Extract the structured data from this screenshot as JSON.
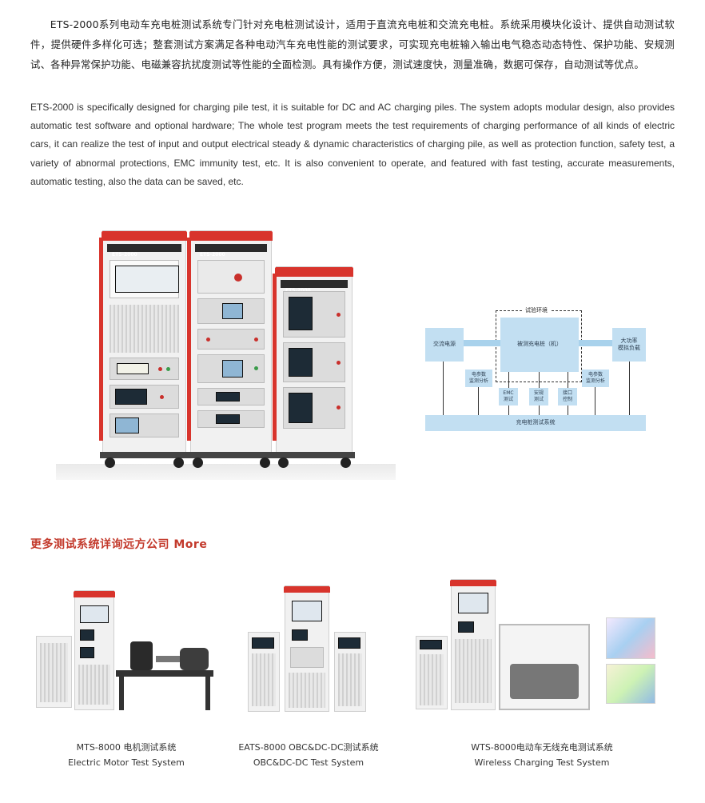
{
  "intro": {
    "zh": "ETS-2000系列电动车充电桩测试系统专门针对充电桩测试设计，适用于直流充电桩和交流充电桩。系统采用模块化设计、提供自动测试软件，提供硬件多样化可选；整套测试方案满足各种电动汽车充电性能的测试要求，可实现充电桩输入输出电气稳态动态特性、保护功能、安规测试、各种异常保护功能、电磁兼容抗扰度测试等性能的全面检测。具有操作方便，测试速度快，测量准确，数据可保存，自动测试等优点。",
    "en": "ETS-2000 is specifically designed for charging pile test, it is suitable for DC and AC charging piles. The system adopts modular design, also provides automatic test software and optional hardware; The whole test program meets the test requirements of charging performance of all kinds of electric cars, it can realize the test of input and output electrical steady & dynamic characteristics of charging pile, as well as protection function, safety test, a variety of abnormal protections, EMC immunity test, etc. It is also convenient to operate, and featured with fast testing, accurate measurements, automatic testing, also the data can be saved, etc."
  },
  "cabinet_brand": "ETS-2000",
  "diagram": {
    "env_label": "试验环境",
    "ac_source": "交流电源",
    "dut": "被测充电桩（机）",
    "load": "大功率\n模拟负载",
    "meter_left": "电参数\n监测分析",
    "meter_right": "电参数\n监测分析",
    "emc": "EMC\n测试",
    "safety": "安规\n测试",
    "interface": "接口\n控制",
    "system": "充电桩测试系统"
  },
  "more_heading": "更多测试系统详询远方公司 More",
  "products": [
    {
      "zh": "MTS-8000 电机测试系统",
      "en": "Electric Motor Test System"
    },
    {
      "zh": "EATS-8000 OBC&DC-DC测试系统",
      "en": "OBC&DC-DC Test System"
    },
    {
      "zh": "WTS-8000电动车无线充电测试系统",
      "en": "Wireless Charging Test System"
    }
  ],
  "colors": {
    "accent": "#c33a2c",
    "cabinet_red": "#d8342c",
    "diagram_blue": "#c2dff2"
  }
}
